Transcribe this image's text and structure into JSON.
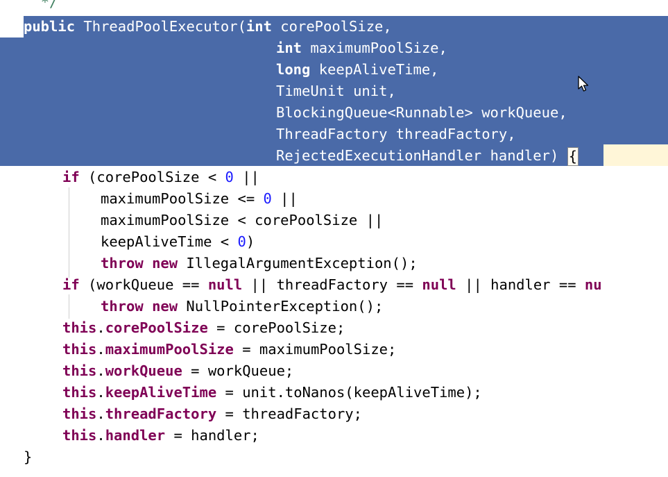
{
  "editor": {
    "language": "Java",
    "colors": {
      "keyword": "#7f0055",
      "field": "#0000c0",
      "number": "#1a1aff",
      "selection": "#4a6aa8",
      "bracket_highlight": "#fff6d8"
    },
    "comment_end": "*/",
    "signature": {
      "modifier": "public",
      "name": "ThreadPoolExecutor",
      "open_paren": "(",
      "params": [
        {
          "type": "int",
          "type_is_keyword": true,
          "name": "corePoolSize",
          "sep": ","
        },
        {
          "type": "int",
          "type_is_keyword": true,
          "name": "maximumPoolSize",
          "sep": ","
        },
        {
          "type": "long",
          "type_is_keyword": true,
          "name": "keepAliveTime",
          "sep": ","
        },
        {
          "type": "TimeUnit",
          "type_is_keyword": false,
          "name": "unit",
          "sep": ","
        },
        {
          "type": "BlockingQueue<Runnable>",
          "type_is_keyword": false,
          "name": "workQueue",
          "sep": ","
        },
        {
          "type": "ThreadFactory",
          "type_is_keyword": false,
          "name": "threadFactory",
          "sep": ","
        },
        {
          "type": "RejectedExecutionHandler",
          "type_is_keyword": false,
          "name": "handler",
          "sep": ")"
        }
      ],
      "open_brace": "{"
    },
    "tokens": {
      "if": "if",
      "throw": "throw",
      "new": "new",
      "null": "null",
      "this": "this",
      "zero": "0"
    },
    "check1": {
      "line1": " (corePoolSize < ",
      "line1_end": " ||",
      "line2": "maximumPoolSize <= ",
      "line2_end": " ||",
      "line3": "maximumPoolSize < corePoolSize ||",
      "line4": "keepAliveTime < ",
      "line4_end": ")",
      "throw_rest": " IllegalArgumentException();"
    },
    "check2": {
      "part1": " (workQueue == ",
      "part2": " || threadFactory == ",
      "part3": " || handler == ",
      "part4_clipped": "nu",
      "throw_rest": " NullPointerException();"
    },
    "assignments": [
      {
        "field": "corePoolSize",
        "value": " = corePoolSize;"
      },
      {
        "field": "maximumPoolSize",
        "value": " = maximumPoolSize;"
      },
      {
        "field": "workQueue",
        "value": " = workQueue;"
      },
      {
        "field": "keepAliveTime",
        "value": " = unit.toNanos(keepAliveTime);"
      },
      {
        "field": "threadFactory",
        "value": " = threadFactory;"
      },
      {
        "field": "handler",
        "value": " = handler;"
      }
    ],
    "close_brace": "}"
  }
}
